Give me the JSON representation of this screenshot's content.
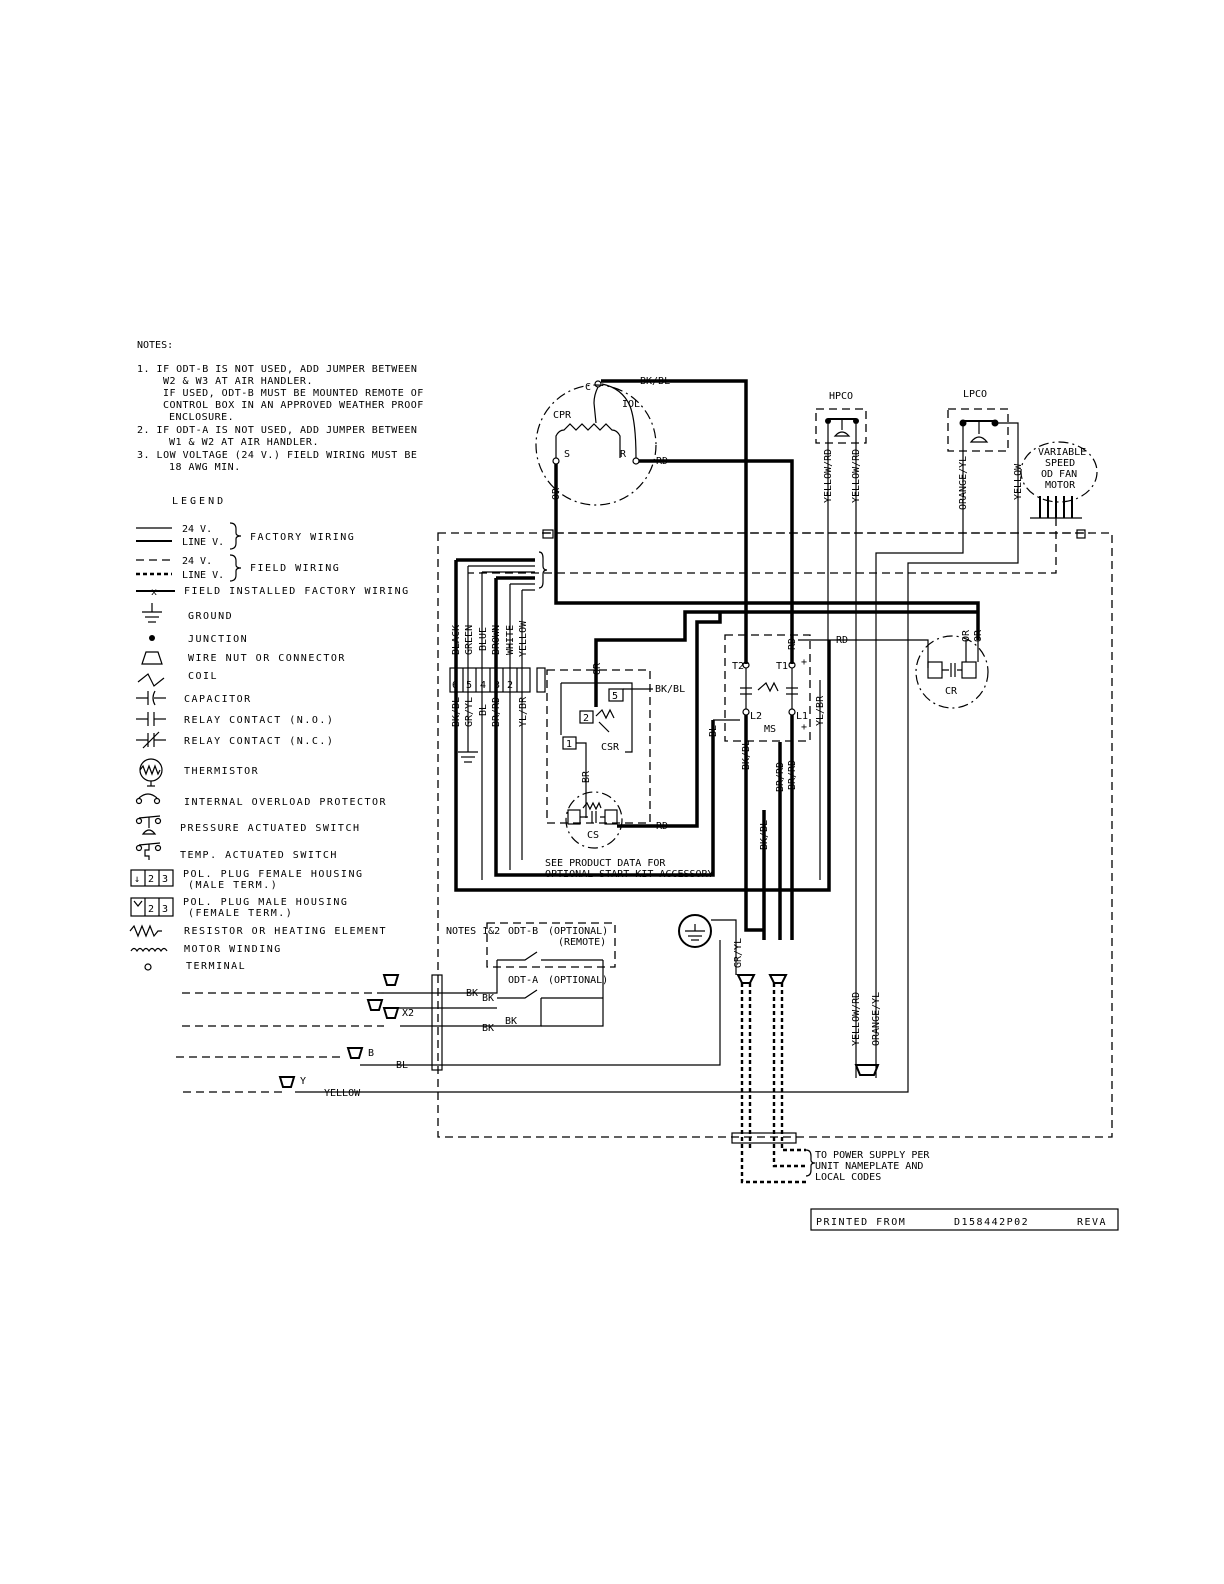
{
  "notes": {
    "title": "NOTES:",
    "lines": [
      "1.  IF ODT-B IS NOT USED, ADD JUMPER BETWEEN",
      "W2 & W3 AT AIR HANDLER.",
      "IF USED, ODT-B MUST BE MOUNTED REMOTE OF",
      "CONTROL BOX IN AN APPROVED WEATHER PROOF",
      "ENCLOSURE.",
      "2.  IF ODT-A IS NOT USED, ADD JUMPER BETWEEN",
      "W1 & W2 AT AIR HANDLER.",
      "3.  LOW VOLTAGE (24 V.) FIELD WIRING MUST BE",
      "18 AWG MIN."
    ]
  },
  "legend": {
    "title": "LEGEND",
    "factory_24v": "24 V.",
    "factory_line": "LINE V.",
    "factory_label": "FACTORY WIRING",
    "field_24v": "24 V.",
    "field_line": "LINE V.",
    "field_label": "FIELD WIRING",
    "field_installed": "FIELD INSTALLED FACTORY WIRING",
    "items": [
      "GROUND",
      "JUNCTION",
      "WIRE NUT OR CONNECTOR",
      "COIL",
      "CAPACITOR",
      "RELAY CONTACT (N.O.)",
      "RELAY CONTACT (N.C.)",
      "THERMISTOR",
      "INTERNAL OVERLOAD PROTECTOR",
      "PRESSURE ACTUATED SWITCH",
      "TEMP. ACTUATED SWITCH",
      "POL. PLUG FEMALE HOUSING",
      "POL. PLUG MALE HOUSING",
      "RESISTOR OR HEATING ELEMENT",
      "MOTOR WINDING",
      "TERMINAL"
    ],
    "female_sub": "(MALE TERM.)",
    "male_sub": "(FEMALE TERM.)"
  },
  "components": {
    "cpr": "CPR",
    "iol": "IOL",
    "c": "C",
    "s": "S",
    "r": "R",
    "hpco": "HPCO",
    "lpco": "LPCO",
    "variable_motor": [
      "VARIABLE",
      "SPEED",
      "OD FAN",
      "MOTOR"
    ],
    "csr": "CSR",
    "cs": "CS",
    "cr": "CR",
    "ms": "MS",
    "t1": "T1",
    "t2": "T2",
    "l1": "L1",
    "l2": "L2",
    "plus": "+",
    "csr_1": "1",
    "csr_2": "2",
    "csr_5": "5",
    "start_kit": [
      "SEE PRODUCT DATA FOR",
      "OPTIONAL START KIT ACCESSORY"
    ],
    "odt_b": "ODT-B",
    "odt_b_opt": "(OPTIONAL)",
    "odt_b_remote": "(REMOTE)",
    "odt_a": "ODT-A",
    "odt_a_opt": "(OPTIONAL)",
    "notes12": "NOTES 1&2",
    "power_supply": [
      "TO POWER SUPPLY PER",
      "UNIT NAMEPLATE AND",
      "LOCAL CODES"
    ]
  },
  "wire_labels": {
    "bkbl": "BK/BL",
    "rd": "RD",
    "or": "OR",
    "yellow_rd": "YELLOW/RD",
    "orange_yl": "ORANGE/YL",
    "yellow": "YELLOW",
    "black": "BLACK",
    "green": "GREEN",
    "blue": "BLUE",
    "brown": "BROWN",
    "white": "WHITE",
    "bl": "BL",
    "br": "BR",
    "gryl": "GR/YL",
    "brrd": "BR/RD",
    "ylbr": "YL/BR",
    "bk": "BK",
    "x2": "X2",
    "b": "B",
    "y": "Y",
    "plug_pins": [
      "6",
      "5",
      "4",
      "3",
      "2"
    ]
  },
  "footer": {
    "printed_from": "PRINTED FROM",
    "doc_number": "D158442P02",
    "revision": "REVA"
  }
}
